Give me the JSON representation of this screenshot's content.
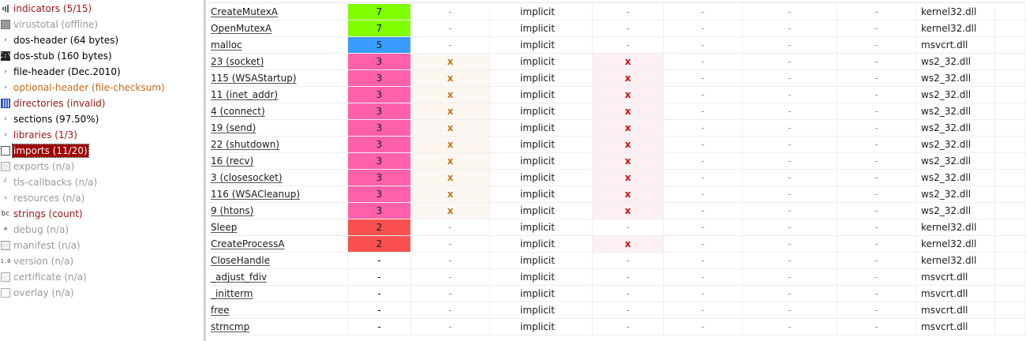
{
  "tree": [
    {
      "label": "indicators (5/15)",
      "icon": "bar-chart-icon",
      "style": "warn"
    },
    {
      "label": "virustotal (offline)",
      "icon": "virustotal-icon",
      "style": "disabled"
    },
    {
      "label": "dos-header (64 bytes)",
      "icon": "chevron-right-icon",
      "style": "normal"
    },
    {
      "label": "dos-stub (160 bytes)",
      "icon": "dos-stub-icon",
      "style": "normal"
    },
    {
      "label": "file-header (Dec.2010)",
      "icon": "chevron-right-icon",
      "style": "normal"
    },
    {
      "label": "optional-header (file-checksum)",
      "icon": "chevron-right-icon",
      "style": "orange"
    },
    {
      "label": "directories (invalid)",
      "icon": "directories-icon",
      "style": "warn"
    },
    {
      "label": "sections (97.50%)",
      "icon": "chevron-right-icon",
      "style": "normal"
    },
    {
      "label": "libraries (1/3)",
      "icon": "chevron-right-icon",
      "style": "warn"
    },
    {
      "label": "imports (11/20)",
      "icon": "imports-icon",
      "style": "selected"
    },
    {
      "label": "exports (n/a)",
      "icon": "exports-icon",
      "style": "disabled"
    },
    {
      "label": "tls-callbacks (n/a)",
      "icon": "key-icon",
      "style": "disabled"
    },
    {
      "label": "resources (n/a)",
      "icon": "chevron-right-icon",
      "style": "disabled"
    },
    {
      "label": "strings (count)",
      "icon": "strings-icon",
      "style": "warn"
    },
    {
      "label": "debug (n/a)",
      "icon": "bug-icon",
      "style": "disabled"
    },
    {
      "label": "manifest (n/a)",
      "icon": "manifest-icon",
      "style": "disabled"
    },
    {
      "label": "version (n/a)",
      "icon": "version-icon",
      "style": "disabled"
    },
    {
      "label": "certificate (n/a)",
      "icon": "certificate-icon",
      "style": "disabled"
    },
    {
      "label": "overlay (n/a)",
      "icon": "overlay-icon",
      "style": "disabled"
    }
  ],
  "score_colors": {
    "7": "#80ff00",
    "5": "#3a9cff",
    "3": "#ff60aa",
    "2": "#f9504f"
  },
  "imports": [
    {
      "name": "CreateMutexA",
      "score": "7",
      "flag1": "-",
      "type": "implicit",
      "flag2": "-",
      "e1": "-",
      "e2": "-",
      "e3": "-",
      "lib": "kernel32.dll"
    },
    {
      "name": "OpenMutexA",
      "score": "7",
      "flag1": "-",
      "type": "implicit",
      "flag2": "-",
      "e1": "-",
      "e2": "-",
      "e3": "-",
      "lib": "kernel32.dll"
    },
    {
      "name": "malloc",
      "score": "5",
      "flag1": "-",
      "type": "implicit",
      "flag2": "-",
      "e1": "-",
      "e2": "-",
      "e3": "-",
      "lib": "msvcrt.dll"
    },
    {
      "name": "23 (socket)",
      "score": "3",
      "flag1": "x",
      "type": "implicit",
      "flag2": "x",
      "e1": "-",
      "e2": "-",
      "e3": "-",
      "lib": "ws2_32.dll"
    },
    {
      "name": "115 (WSAStartup)",
      "score": "3",
      "flag1": "x",
      "type": "implicit",
      "flag2": "x",
      "e1": "-",
      "e2": "-",
      "e3": "-",
      "lib": "ws2_32.dll"
    },
    {
      "name": "11 (inet_addr)",
      "score": "3",
      "flag1": "x",
      "type": "implicit",
      "flag2": "x",
      "e1": "-",
      "e2": "-",
      "e3": "-",
      "lib": "ws2_32.dll"
    },
    {
      "name": "4 (connect)",
      "score": "3",
      "flag1": "x",
      "type": "implicit",
      "flag2": "x",
      "e1": "-",
      "e2": "-",
      "e3": "-",
      "lib": "ws2_32.dll"
    },
    {
      "name": "19 (send)",
      "score": "3",
      "flag1": "x",
      "type": "implicit",
      "flag2": "x",
      "e1": "-",
      "e2": "-",
      "e3": "-",
      "lib": "ws2_32.dll"
    },
    {
      "name": "22 (shutdown)",
      "score": "3",
      "flag1": "x",
      "type": "implicit",
      "flag2": "x",
      "e1": "-",
      "e2": "-",
      "e3": "-",
      "lib": "ws2_32.dll"
    },
    {
      "name": "16 (recv)",
      "score": "3",
      "flag1": "x",
      "type": "implicit",
      "flag2": "x",
      "e1": "-",
      "e2": "-",
      "e3": "-",
      "lib": "ws2_32.dll"
    },
    {
      "name": "3 (closesocket)",
      "score": "3",
      "flag1": "x",
      "type": "implicit",
      "flag2": "x",
      "e1": "-",
      "e2": "-",
      "e3": "-",
      "lib": "ws2_32.dll"
    },
    {
      "name": "116 (WSACleanup)",
      "score": "3",
      "flag1": "x",
      "type": "implicit",
      "flag2": "x",
      "e1": "-",
      "e2": "-",
      "e3": "-",
      "lib": "ws2_32.dll"
    },
    {
      "name": "9 (htons)",
      "score": "3",
      "flag1": "x",
      "type": "implicit",
      "flag2": "x",
      "e1": "-",
      "e2": "-",
      "e3": "-",
      "lib": "ws2_32.dll"
    },
    {
      "name": "Sleep",
      "score": "2",
      "flag1": "-",
      "type": "implicit",
      "flag2": "-",
      "e1": "-",
      "e2": "-",
      "e3": "-",
      "lib": "kernel32.dll"
    },
    {
      "name": "CreateProcessA",
      "score": "2",
      "flag1": "-",
      "type": "implicit",
      "flag2": "x",
      "e1": "-",
      "e2": "-",
      "e3": "-",
      "lib": "kernel32.dll"
    },
    {
      "name": "CloseHandle",
      "score": "-",
      "flag1": "-",
      "type": "implicit",
      "flag2": "-",
      "e1": "-",
      "e2": "-",
      "e3": "-",
      "lib": "kernel32.dll"
    },
    {
      "name": "_adjust_fdiv",
      "score": "-",
      "flag1": "-",
      "type": "implicit",
      "flag2": "-",
      "e1": "-",
      "e2": "-",
      "e3": "-",
      "lib": "msvcrt.dll"
    },
    {
      "name": "_initterm",
      "score": "-",
      "flag1": "-",
      "type": "implicit",
      "flag2": "-",
      "e1": "-",
      "e2": "-",
      "e3": "-",
      "lib": "msvcrt.dll"
    },
    {
      "name": "free",
      "score": "-",
      "flag1": "-",
      "type": "implicit",
      "flag2": "-",
      "e1": "-",
      "e2": "-",
      "e3": "-",
      "lib": "msvcrt.dll"
    },
    {
      "name": "strncmp",
      "score": "-",
      "flag1": "-",
      "type": "implicit",
      "flag2": "-",
      "e1": "-",
      "e2": "-",
      "e3": "-",
      "lib": "msvcrt.dll"
    }
  ]
}
